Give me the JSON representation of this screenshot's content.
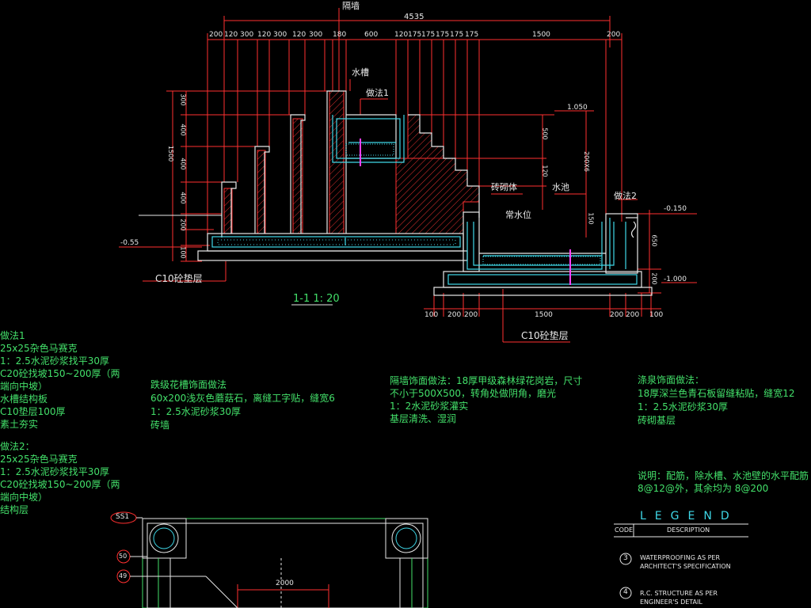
{
  "labels": {
    "dim_total": "4535",
    "dims_top": [
      "200",
      "120",
      "300",
      "120",
      "300",
      "120",
      "300",
      "180",
      "600",
      "120",
      "175",
      "175",
      "175",
      "175",
      "175",
      "1500",
      "200"
    ],
    "partition_wall": "隔墙",
    "water_trough": "水槽",
    "method1_ref": "做法1",
    "method2_ref": "做法2",
    "brick_body": "砖砌体",
    "pool": "水池",
    "normal_water_level": "常水位",
    "c10_pad_left": "C10砼垫层",
    "c10_pad_right": "C10砼垫层",
    "section_title": "1-1",
    "section_scale": "1: 20",
    "elev_left": "-0.55",
    "elev_right_top": "-0.150",
    "elev_right_bottom": "-1.000",
    "dim_1050": "1.050",
    "dim_1500_bottom": "1500",
    "dims_left_vert": [
      "300",
      "400",
      "400",
      "400",
      "200",
      "100"
    ],
    "dim_1500_left": "1500",
    "dims_right_vert": [
      "500",
      "120",
      "200X6",
      "150",
      "650",
      "200"
    ],
    "dims_bottom": [
      "100",
      "200",
      "200",
      "200",
      "200",
      "100"
    ],
    "dim_2000": "2000"
  },
  "notes": {
    "m1_title": "做法1",
    "m1_lines": [
      "25x25杂色马赛克",
      "1：2.5水泥砂浆找平30厚",
      "C20砼找坡150~200厚（两",
      "端向中坡）",
      "水槽结构板",
      "C10垫层100厚",
      "素土夯实"
    ],
    "m2_title": "做法2：",
    "m2_lines": [
      "25x25杂色马赛克",
      "1：2.5水泥砂浆找平30厚",
      "C20砼找坡150~200厚（两",
      "端向中坡）",
      "结构层"
    ],
    "planter_title": "跌级花槽饰面做法",
    "planter_lines": [
      "60x200浅灰色蘑菇石，离缝工字贴，缝宽6",
      "1：2.5水泥砂浆30厚",
      "砖墙"
    ],
    "wall_title": "隔墙饰面做法：18厚甲级森林绿花岗岩，尺寸",
    "wall_lines": [
      "不小于500X500，转角处做阴角，磨光",
      "1：2水泥砂浆灌实",
      "基层清洗、湿润"
    ],
    "fountain_title": "涤泉饰面做法：",
    "fountain_lines": [
      "18厚深兰色青石板留缝粘贴，缝宽12",
      "1：2.5水泥砂浆30厚",
      "砖砌基层"
    ],
    "rebar_note_1": "说明：配筋，除水槽、水池壁的水平配筋",
    "rebar_note_2": "8@12@外，其余均为 8@200"
  },
  "legend": {
    "title": "LEGEND",
    "col_code": "CODE",
    "col_description": "DESCRIPTION",
    "rows": [
      {
        "code": "3",
        "line1": "WATERPROOFING AS PER",
        "line2": "ARCHITECT'S SPECIFICATION"
      },
      {
        "code": "4",
        "line1": "R.C. STRUCTURE AS PER",
        "line2": "ENGINEER'S DETAIL"
      }
    ]
  },
  "plan": {
    "tag_ss1": "SS1",
    "tag_50": "50",
    "tag_49": "49"
  },
  "colors": {
    "bg": "#000000",
    "white": "#e8e8e8",
    "green": "#43e06a",
    "red": "#ff3030",
    "cyan": "#3fd8e8",
    "yellow": "#e8e85a",
    "magenta": "#ff40ff"
  }
}
